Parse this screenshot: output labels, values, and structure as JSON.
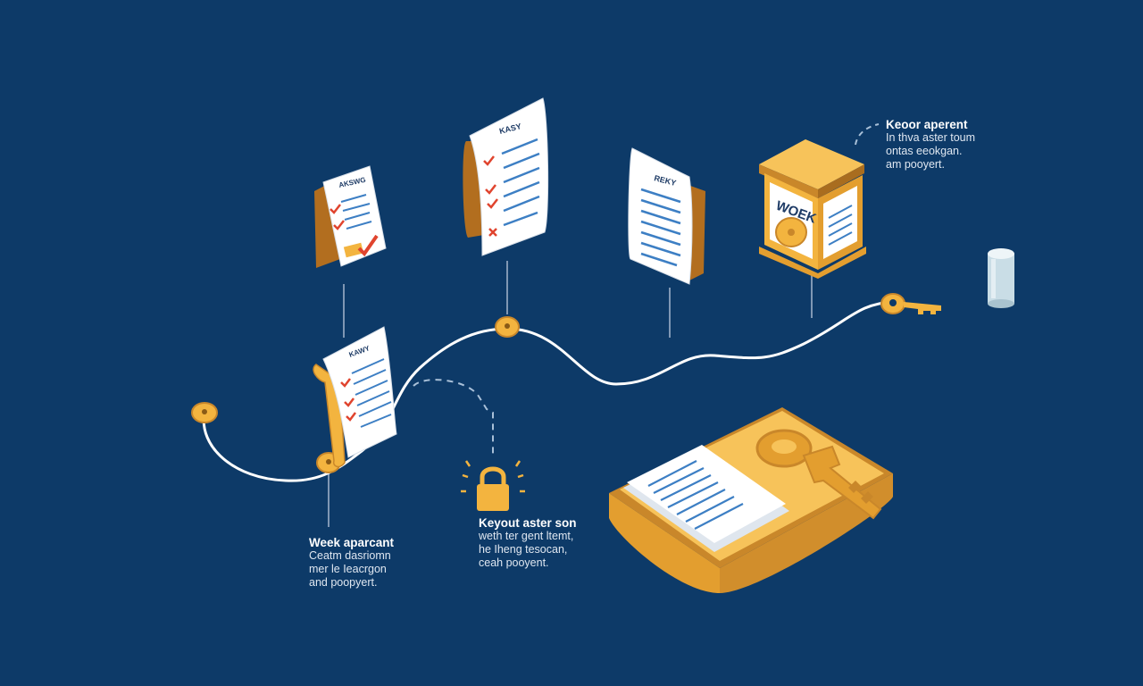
{
  "documents": {
    "small_tilted_title": "AKSWG",
    "tall_checklist_title": "KASY",
    "right_list_title": "REKY",
    "scroll_title": "KAWY"
  },
  "box": {
    "front_text": "WOEK"
  },
  "labels": {
    "left": {
      "title": "Week aparcant",
      "lines": [
        "Ceatm dasriomn",
        "mer le Ieacrgon",
        "and poopyert."
      ]
    },
    "center": {
      "title": "Keyout aster son",
      "lines": [
        "weth ter gent ltemt,",
        "he Iheng tesocan,",
        "ceah pooyent."
      ]
    },
    "top_right": {
      "title": "Keoor aperent",
      "lines": [
        "In thva aster toum",
        "ontas eeokgan.",
        "am pooyert."
      ]
    }
  },
  "colors": {
    "background": "#0d3a68",
    "accent_gold": "#f3b43f",
    "accent_gold_dark": "#c9872a",
    "paper": "#ffffff",
    "text_lines": "#3d7fc4",
    "check_red": "#e0442e",
    "connector": "#ffffff",
    "cylinder": "#c9dde6"
  },
  "icons": [
    "checklist-document-icon",
    "lock-icon",
    "key-icon",
    "box-icon",
    "cylinder-icon",
    "node-icon"
  ]
}
